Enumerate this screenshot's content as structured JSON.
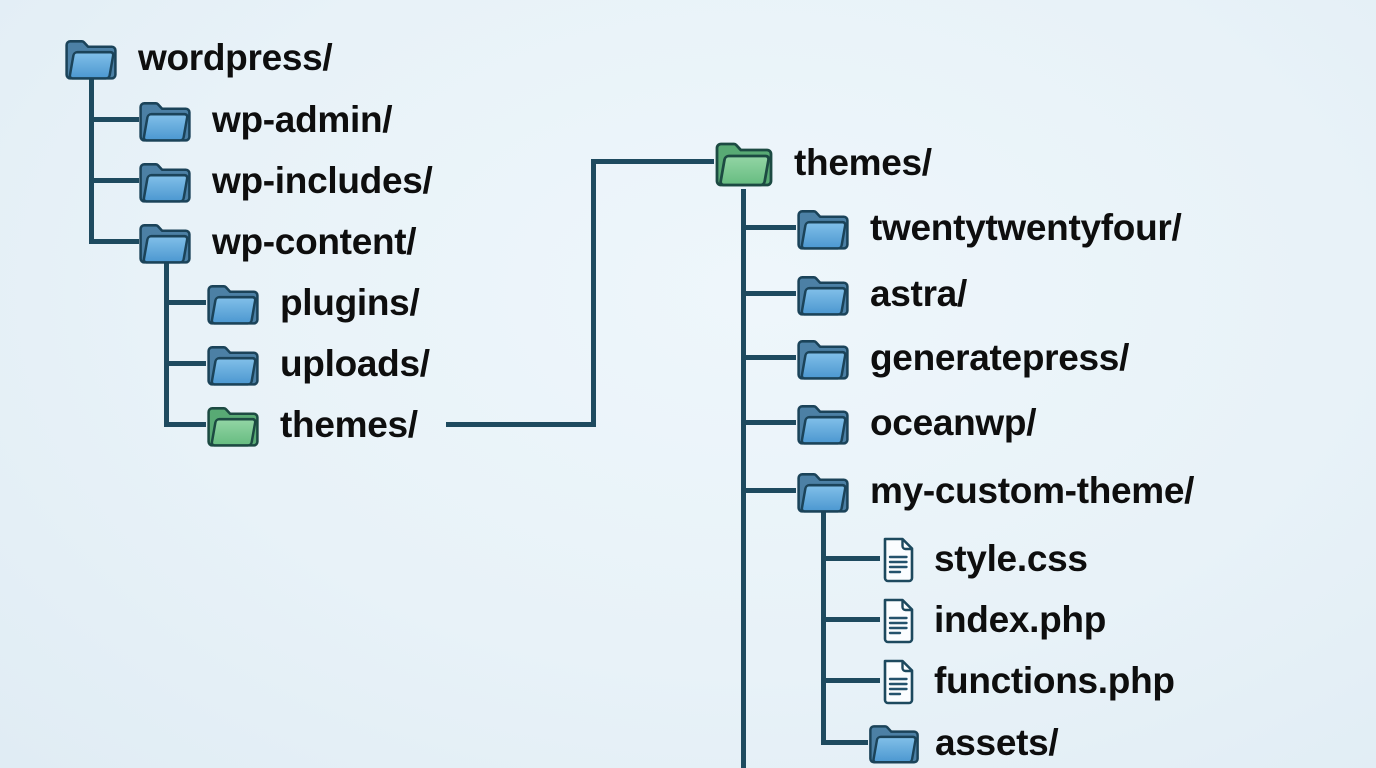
{
  "diagram": {
    "description": "WordPress themes directory structure diagram",
    "colors": {
      "background": "#e9f2f8",
      "connector_line": "#1e4a5f",
      "text": "#0e0e0e",
      "folder_blue_front": "#57a5d9",
      "folder_blue_back": "#4c80a5",
      "folder_blue_outline": "#1b4359",
      "folder_green_front": "#79c88e",
      "folder_green_back": "#58aa74",
      "folder_green_outline": "#1c4a42",
      "file_fill": "#fbfdff",
      "file_outline": "#1d495e"
    },
    "tree_left": {
      "nodes": [
        {
          "label": "wordpress/",
          "icon": "blue-folder",
          "depth": 0
        },
        {
          "label": "wp-admin/",
          "icon": "blue-folder",
          "depth": 1
        },
        {
          "label": "wp-includes/",
          "icon": "blue-folder",
          "depth": 1
        },
        {
          "label": "wp-content/",
          "icon": "blue-folder",
          "depth": 1
        },
        {
          "label": "plugins/",
          "icon": "blue-folder",
          "depth": 2
        },
        {
          "label": "uploads/",
          "icon": "blue-folder",
          "depth": 2
        },
        {
          "label": "themes/",
          "icon": "green-folder",
          "depth": 2
        }
      ]
    },
    "tree_right": {
      "nodes": [
        {
          "label": "themes/",
          "icon": "green-folder",
          "depth": 0
        },
        {
          "label": "twentytwentyfour/",
          "icon": "blue-folder",
          "depth": 1
        },
        {
          "label": "astra/",
          "icon": "blue-folder",
          "depth": 1
        },
        {
          "label": "generatepress/",
          "icon": "blue-folder",
          "depth": 1
        },
        {
          "label": "oceanwp/",
          "icon": "blue-folder",
          "depth": 1
        },
        {
          "label": "my-custom-theme/",
          "icon": "blue-folder",
          "depth": 1
        },
        {
          "label": "style.css",
          "icon": "document",
          "depth": 2
        },
        {
          "label": "index.php",
          "icon": "document",
          "depth": 2
        },
        {
          "label": "functions.php",
          "icon": "document",
          "depth": 2
        },
        {
          "label": "assets/",
          "icon": "blue-folder",
          "depth": 2
        }
      ]
    },
    "link": {
      "from": "tree_left themes/",
      "to": "tree_right themes/"
    }
  }
}
